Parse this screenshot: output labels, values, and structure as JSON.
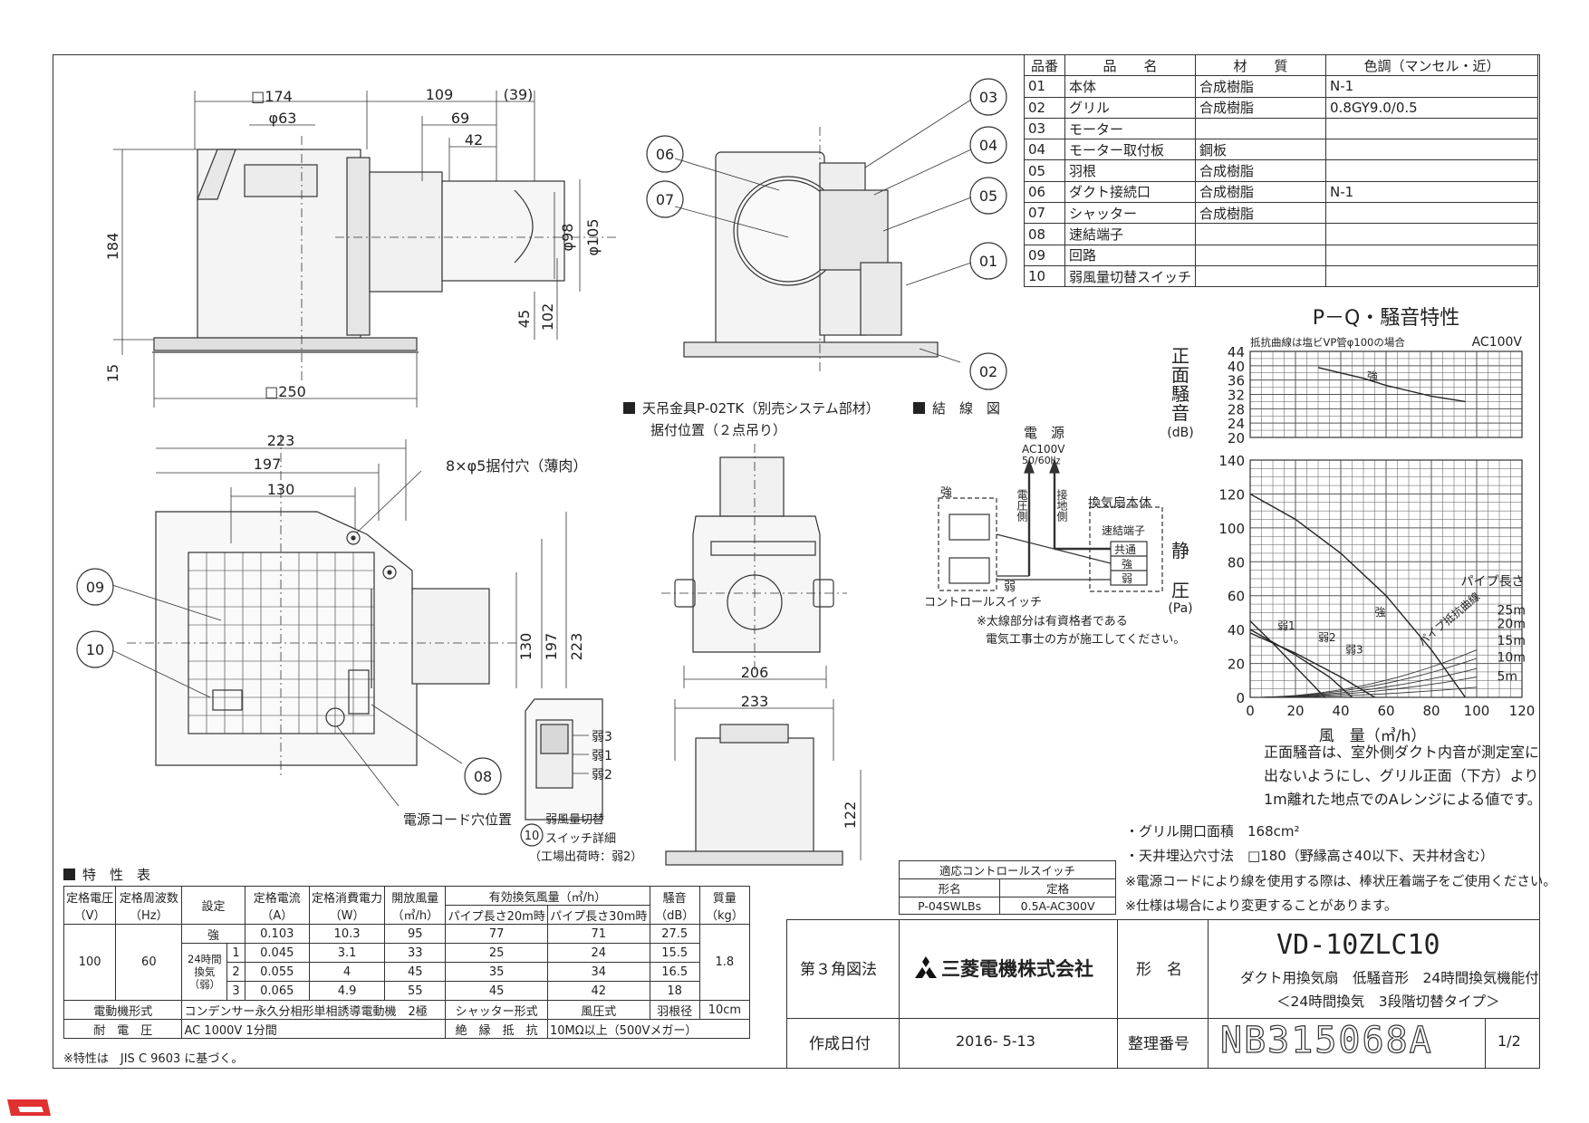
{
  "parts_table": {
    "headers": [
      "品番",
      "品　　名",
      "材　　質",
      "色調（マンセル・近）"
    ],
    "rows": [
      {
        "no": "01",
        "name": "本体",
        "material": "合成樹脂",
        "color": "N-1"
      },
      {
        "no": "02",
        "name": "グリル",
        "material": "合成樹脂",
        "color": "0.8GY9.0/0.5"
      },
      {
        "no": "03",
        "name": "モーター",
        "material": "",
        "color": ""
      },
      {
        "no": "04",
        "name": "モーター取付板",
        "material": "鋼板",
        "color": ""
      },
      {
        "no": "05",
        "name": "羽根",
        "material": "合成樹脂",
        "color": ""
      },
      {
        "no": "06",
        "name": "ダクト接続口",
        "material": "合成樹脂",
        "color": "N-1"
      },
      {
        "no": "07",
        "name": "シャッター",
        "material": "合成樹脂",
        "color": ""
      },
      {
        "no": "08",
        "name": "速結端子",
        "material": "",
        "color": ""
      },
      {
        "no": "09",
        "name": "回路",
        "material": "",
        "color": ""
      },
      {
        "no": "10",
        "name": "弱風量切替スイッチ",
        "material": "",
        "color": ""
      }
    ]
  },
  "front_view": {
    "dims": {
      "w174": "□174",
      "d63": "φ63",
      "d109": "109",
      "d39": "(39)",
      "d69": "69",
      "d42": "42",
      "h184": "184",
      "d98": "φ98",
      "d105": "φ105",
      "h45": "45",
      "h102": "102",
      "h15": "15",
      "w250": "□250"
    },
    "callouts": [
      "03",
      "04",
      "05",
      "06",
      "07",
      "01",
      "02"
    ]
  },
  "plan_view": {
    "dims": {
      "d223": "223",
      "d197": "197",
      "d130": "130",
      "v130": "130",
      "v197": "197",
      "v223": "223"
    },
    "hole_label": "8×φ5据付穴（薄肉）",
    "cord_label": "電源コード穴位置",
    "callouts": [
      "09",
      "10",
      "08"
    ]
  },
  "mount_section": {
    "title": "天吊金具P-02TK（別売システム部材）",
    "subtitle": "据付位置（２点吊り）",
    "dims": {
      "d206": "206",
      "d233": "233",
      "h122": "122"
    }
  },
  "switch_detail": {
    "labels": [
      "弱3",
      "弱1",
      "弱2"
    ],
    "callout": "10",
    "caption1": "弱風量切替",
    "caption2": "スイッチ詳細",
    "caption3": "（工場出荷時：弱2）"
  },
  "wiring": {
    "title": "結　線　図",
    "power": "電　源",
    "power_spec1": "AC100V",
    "power_spec2": "50/60㎐",
    "voltage_side": "電圧側",
    "ground_side": "接地側",
    "body": "換気扇本体",
    "terminal": "速結端子",
    "terms": [
      "共通",
      "強",
      "弱"
    ],
    "strong": "強",
    "weak": "弱",
    "switch": "コントロールスイッチ",
    "note1": "※太線部分は有資格者である",
    "note2": "電気工事士の方が施工してください。"
  },
  "chart_data": {
    "type": "line",
    "title": "P－Q・騒音特性",
    "subtitle": "抵抗曲線は塩ビVP管φ100の場合",
    "supply": "AC100V",
    "noise_panel": {
      "ylabel_chars": [
        "正",
        "面",
        "騒",
        "音"
      ],
      "yunit": "(dB)",
      "ylim": [
        20,
        44
      ],
      "yticks": [
        20,
        24,
        28,
        32,
        36,
        40,
        44
      ],
      "series": [
        {
          "name": "強",
          "x": [
            30,
            40,
            50,
            60,
            70,
            80,
            90,
            95
          ],
          "y": [
            39.5,
            38,
            36.5,
            34.5,
            33,
            31.5,
            30.5,
            30
          ]
        }
      ]
    },
    "pq_panel": {
      "ylabel_chars": [
        "静",
        "圧"
      ],
      "yunit": "(Pa)",
      "ylim": [
        0,
        140
      ],
      "yticks": [
        0,
        20,
        40,
        60,
        80,
        100,
        120,
        140
      ],
      "xlim": [
        0,
        120
      ],
      "xticks": [
        0,
        20,
        40,
        60,
        80,
        100,
        120
      ],
      "xlabel": "風　量（㎥/h）",
      "series": [
        {
          "name": "強",
          "x": [
            0,
            20,
            40,
            60,
            80,
            95
          ],
          "y": [
            120,
            105,
            85,
            60,
            28,
            0
          ]
        },
        {
          "name": "弱1",
          "x": [
            0,
            10,
            20,
            33
          ],
          "y": [
            45,
            32,
            18,
            0
          ]
        },
        {
          "name": "弱2",
          "x": [
            0,
            20,
            35,
            45
          ],
          "y": [
            40,
            25,
            12,
            0
          ]
        },
        {
          "name": "弱3",
          "x": [
            0,
            20,
            40,
            55
          ],
          "y": [
            38,
            26,
            12,
            0
          ]
        }
      ],
      "resistance_label": "パイプ抵抗曲線",
      "pipe_length_label": "パイプ長さ",
      "pipe_lengths": [
        "25m",
        "20m",
        "15m",
        "10m",
        "5m"
      ],
      "resistance_curves": [
        {
          "name": "25m",
          "k": 0.0028
        },
        {
          "name": "20m",
          "k": 0.0023
        },
        {
          "name": "15m",
          "k": 0.0017
        },
        {
          "name": "10m",
          "k": 0.0012
        },
        {
          "name": "5m",
          "k": 0.0006
        }
      ]
    },
    "note": [
      "正面騒音は、室外側ダクト内音が測定室に",
      "出ないようにし、グリル正面（下方）より",
      "1m離れた地点でのAレンジによる値です。"
    ]
  },
  "specs_notes": {
    "grille_area": "・グリル開口面積　168cm²",
    "ceiling": "・天井埋込穴寸法　□180（野縁高さ40以下、天井材含む）",
    "cord": "※電源コードにより線を使用する際は、棒状圧着端子をご使用ください。",
    "change": "※仕様は場合により変更することがあります。"
  },
  "switch_table": {
    "title": "適応コントロールスイッチ",
    "h1": "形名",
    "h2": "定格",
    "model": "P-04SWLBs",
    "rating": "0.5A-AC300V"
  },
  "spec_table": {
    "section_title": "特　性　表",
    "h": {
      "volt": "定格電圧",
      "volt_u": "（V）",
      "freq": "定格周波数",
      "freq_u": "（Hz）",
      "setting": "設定",
      "curr": "定格電流",
      "curr_u": "（A）",
      "pow": "定格消費電力",
      "pow_u": "（W）",
      "open": "開放風量",
      "open_u": "（㎥/h）",
      "eff": "有効換気風量（㎥/h）",
      "p20": "パイプ長さ20m時",
      "p30": "パイプ長さ30m時",
      "noise": "騒音",
      "noise_u": "（dB）",
      "mass": "質量",
      "mass_u": "（kg）"
    },
    "volt": "100",
    "freq": "60",
    "mass": "1.8",
    "mode_24": "24時間換気（弱）",
    "rows": [
      {
        "mode": "強",
        "sub": "",
        "a": "0.103",
        "w": "10.3",
        "open": "95",
        "p20": "77",
        "p30": "71",
        "db": "27.5"
      },
      {
        "mode": "",
        "sub": "1",
        "a": "0.045",
        "w": "3.1",
        "open": "33",
        "p20": "25",
        "p30": "24",
        "db": "15.5"
      },
      {
        "mode": "",
        "sub": "2",
        "a": "0.055",
        "w": "4",
        "open": "45",
        "p20": "35",
        "p30": "34",
        "db": "16.5"
      },
      {
        "mode": "",
        "sub": "3",
        "a": "0.065",
        "w": "4.9",
        "open": "55",
        "p20": "45",
        "p30": "42",
        "db": "18"
      }
    ],
    "motor_label": "電動機形式",
    "motor": "コンデンサー永久分相形単相誘導電動機　2極",
    "shutter_label": "シャッター形式",
    "shutter": "風圧式",
    "blade_label": "羽根径",
    "blade": "10cm",
    "withstand_label": "耐　電　圧",
    "withstand": "AC 1000V 1分間",
    "insul_label": "絶　縁　抵　抗",
    "insul": "10MΩ以上（500Vメガー）",
    "footnote": "※特性は　JIS C 9603 に基づく。"
  },
  "title_block": {
    "projection": "第３角図法",
    "company": "三菱電機株式会社",
    "model_label": "形　名",
    "model": "VD-10ZLC10",
    "desc1": "ダクト用換気扇　低騒音形　24時間換気機能付",
    "desc2": "＜24時間換気　3段階切替タイプ＞",
    "date_label": "作成日付",
    "date": "2016- 5-13",
    "ref_label": "整理番号",
    "ref": "NB315068A",
    "page": "1/2"
  }
}
